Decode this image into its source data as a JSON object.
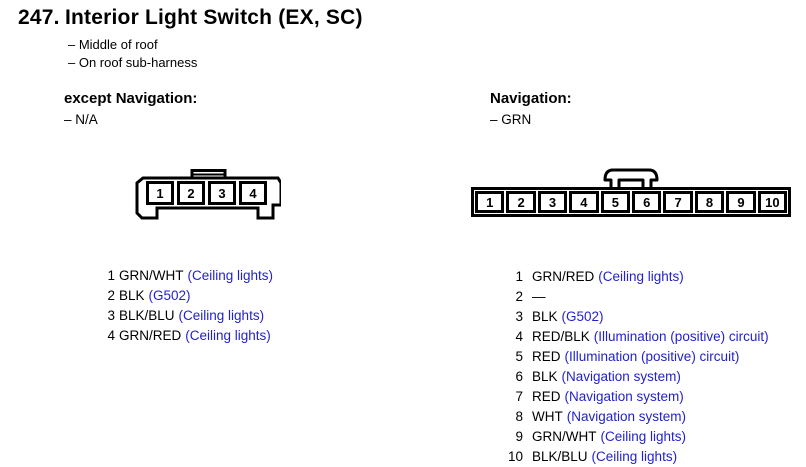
{
  "title": {
    "number": "247.",
    "text": "Interior Light Switch (EX, SC)"
  },
  "location_notes": {
    "line1": "– Middle of roof",
    "line2": "– On roof sub-harness"
  },
  "colors": {
    "desc_blue": "#2222cc",
    "line_black": "#000000",
    "background": "#ffffff"
  },
  "left_section": {
    "heading": "except Navigation:",
    "note": "– N/A",
    "connector": {
      "type": "4-pin male connector",
      "pin_numbers": [
        "1",
        "2",
        "3",
        "4"
      ]
    },
    "pins": [
      {
        "num": "1",
        "wire": "GRN/WHT",
        "desc": "(Ceiling lights)"
      },
      {
        "num": "2",
        "wire": "BLK",
        "desc": "(G502)"
      },
      {
        "num": "3",
        "wire": "BLK/BLU",
        "desc": "(Ceiling lights)"
      },
      {
        "num": "4",
        "wire": "GRN/RED",
        "desc": "(Ceiling lights)"
      }
    ]
  },
  "right_section": {
    "heading": "Navigation:",
    "note": "– GRN",
    "connector": {
      "type": "10-pin male connector",
      "pin_numbers": [
        "1",
        "2",
        "3",
        "4",
        "5",
        "6",
        "7",
        "8",
        "9",
        "10"
      ]
    },
    "pins": [
      {
        "num": "1",
        "wire": "GRN/RED",
        "desc": "(Ceiling lights)"
      },
      {
        "num": "2",
        "wire": "—",
        "desc": ""
      },
      {
        "num": "3",
        "wire": "BLK",
        "desc": "(G502)"
      },
      {
        "num": "4",
        "wire": "RED/BLK",
        "desc": "(Illumination (positive) circuit)"
      },
      {
        "num": "5",
        "wire": "RED",
        "desc": "(Illumination (positive) circuit)"
      },
      {
        "num": "6",
        "wire": "BLK",
        "desc": "(Navigation system)"
      },
      {
        "num": "7",
        "wire": "RED",
        "desc": "(Navigation system)"
      },
      {
        "num": "8",
        "wire": "WHT",
        "desc": "(Navigation system)"
      },
      {
        "num": "9",
        "wire": "GRN/WHT",
        "desc": "(Ceiling lights)"
      },
      {
        "num": "10",
        "wire": "BLK/BLU",
        "desc": "(Ceiling lights)"
      }
    ]
  }
}
